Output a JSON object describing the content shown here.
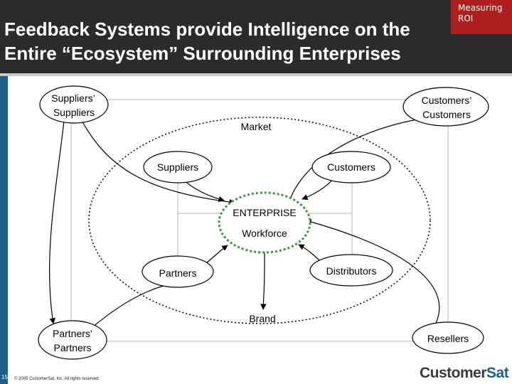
{
  "slide": {
    "title_line1": "Feedback Systems provide Intelligence on the",
    "title_line2": "Entire “Ecosystem” Surrounding Enterprises",
    "badge_line1": "Measuring",
    "badge_line2": "ROI",
    "page_number": "15",
    "copyright": "© 2005 CustomerSat, Inc. All rights reserved.",
    "logo_part1": "Customer",
    "logo_part2": "Sat"
  },
  "diagram": {
    "nodes": {
      "suppliers_suppliers_l1": "Suppliers’",
      "suppliers_suppliers_l2": "Suppliers",
      "customers_customers_l1": "Customers’",
      "customers_customers_l2": "Customers",
      "market": "Market",
      "suppliers": "Suppliers",
      "customers": "Customers",
      "enterprise": "ENTERPRISE",
      "workforce": "Workforce",
      "partners": "Partners",
      "distributors": "Distributors",
      "brand": "Brand",
      "partners_partners_l1": "Partners’",
      "partners_partners_l2": "Partners",
      "resellers": "Resellers"
    }
  },
  "colors": {
    "header_bg": "#2b2b2b",
    "badge_bg": "#b01f1f",
    "enterprise_ring": "#3a9a35",
    "left_bar": "#1f5d8c"
  }
}
